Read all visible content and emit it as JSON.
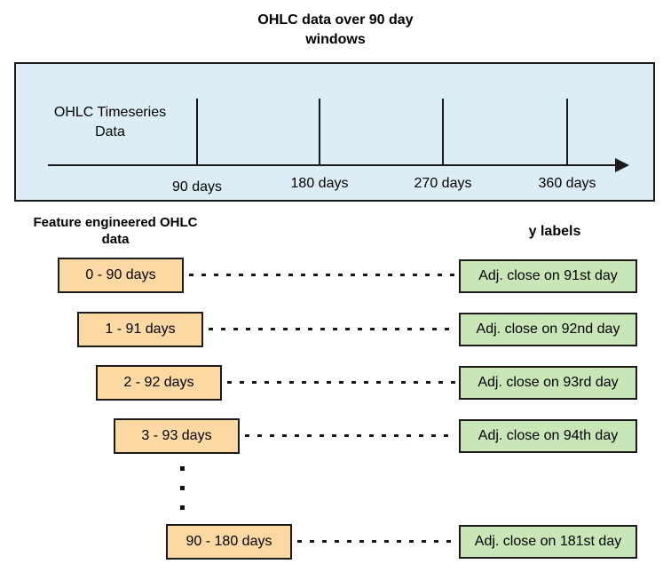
{
  "title": {
    "line1": "OHLC data over 90 day",
    "line2": "windows"
  },
  "timeline_panel": {
    "label": "OHLC Timeseries Data",
    "markers": [
      {
        "label": "90 days"
      },
      {
        "label": "180 days"
      },
      {
        "label": "270 days"
      },
      {
        "label": "360 days"
      }
    ]
  },
  "sections": {
    "features_header": "Feature engineered OHLC data",
    "ylabels_header": "y labels"
  },
  "rows": [
    {
      "feature": "0 - 90 days",
      "target": "Adj. close on 91st day"
    },
    {
      "feature": "1 - 91 days",
      "target": "Adj. close on 92nd day"
    },
    {
      "feature": "2 - 92 days",
      "target": "Adj. close on 93rd day"
    },
    {
      "feature": "3 - 93 days",
      "target": "Adj. close on 94th day"
    },
    {
      "feature": "90 - 180 days",
      "target": "Adj. close on 181st day"
    }
  ],
  "colors": {
    "panel_fill": "#dcedf6",
    "feature_fill": "#fcd9a2",
    "target_fill": "#c8e6b6",
    "line_color": "#1a1a1a"
  }
}
